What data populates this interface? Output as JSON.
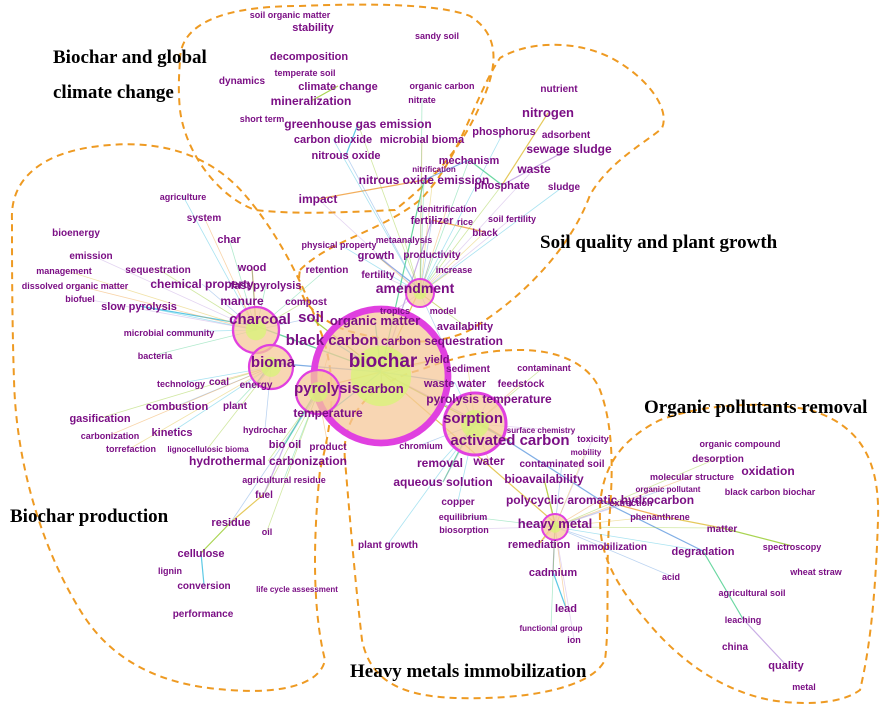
{
  "colors": {
    "keyword": "#7b0f85",
    "boundary": "#ee9a22",
    "ring": "#e040e0",
    "halo": "#f6c89a",
    "core": "#d9f27a",
    "edges": [
      "#9acd32",
      "#40c0e0",
      "#f0a040",
      "#6aa0e0",
      "#50d090",
      "#c0a0e0",
      "#e0c040"
    ]
  },
  "clusters": [
    {
      "id": "climate",
      "title_lines": [
        "Biochar and global",
        "climate change"
      ]
    },
    {
      "id": "soil",
      "title_lines": [
        "Soil quality and plant growth"
      ]
    },
    {
      "id": "production",
      "title_lines": [
        "Biochar production"
      ]
    },
    {
      "id": "organic",
      "title_lines": [
        "Organic pollutants removal"
      ]
    },
    {
      "id": "metals",
      "title_lines": [
        "Heavy metals immobilization"
      ]
    }
  ],
  "hubs": [
    {
      "id": "biochar",
      "label": "biochar",
      "weight": 10
    },
    {
      "id": "sorption",
      "label": "sorption",
      "weight": 5
    },
    {
      "id": "charcoal",
      "label": "charcoal",
      "weight": 4
    },
    {
      "id": "bioma",
      "label": "bioma",
      "weight": 4
    },
    {
      "id": "pyrolysis",
      "label": "pyrolysis",
      "weight": 4
    },
    {
      "id": "amendment",
      "label": "amendment",
      "weight": 3
    },
    {
      "id": "heavy-metal",
      "label": "heavy metal",
      "weight": 3
    }
  ],
  "keywords": [
    {
      "label": "soil organic matter",
      "size": 9
    },
    {
      "label": "stability",
      "size": 11
    },
    {
      "label": "sandy soil",
      "size": 9
    },
    {
      "label": "decomposition",
      "size": 11
    },
    {
      "label": "temperate soil",
      "size": 9
    },
    {
      "label": "dynamics",
      "size": 10
    },
    {
      "label": "climate change",
      "size": 11
    },
    {
      "label": "organic carbon",
      "size": 9
    },
    {
      "label": "nitrate",
      "size": 9
    },
    {
      "label": "mineralization",
      "size": 12
    },
    {
      "label": "short term",
      "size": 9
    },
    {
      "label": "greenhouse gas emission",
      "size": 12
    },
    {
      "label": "carbon dioxide",
      "size": 11
    },
    {
      "label": "microbial bioma",
      "size": 11
    },
    {
      "label": "nitrous oxide",
      "size": 11
    },
    {
      "label": "nitrous oxide emission",
      "size": 12
    },
    {
      "label": "impact",
      "size": 12
    },
    {
      "label": "nutrient",
      "size": 10
    },
    {
      "label": "nitrogen",
      "size": 13
    },
    {
      "label": "phosphorus",
      "size": 11
    },
    {
      "label": "adsorbent",
      "size": 10
    },
    {
      "label": "sewage sludge",
      "size": 12
    },
    {
      "label": "mechanism",
      "size": 11
    },
    {
      "label": "waste",
      "size": 12
    },
    {
      "label": "nitrification",
      "size": 8
    },
    {
      "label": "phosphate",
      "size": 11
    },
    {
      "label": "sludge",
      "size": 10
    },
    {
      "label": "denitrification",
      "size": 9
    },
    {
      "label": "fertilizer",
      "size": 11
    },
    {
      "label": "rice",
      "size": 9
    },
    {
      "label": "soil fertility",
      "size": 9
    },
    {
      "label": "black",
      "size": 10
    },
    {
      "label": "metaanalysis",
      "size": 9
    },
    {
      "label": "physical property",
      "size": 9
    },
    {
      "label": "growth",
      "size": 11
    },
    {
      "label": "productivity",
      "size": 10
    },
    {
      "label": "retention",
      "size": 10
    },
    {
      "label": "fertility",
      "size": 10
    },
    {
      "label": "increase",
      "size": 9
    },
    {
      "label": "amendment",
      "size": 14
    },
    {
      "label": "agriculture",
      "size": 9
    },
    {
      "label": "system",
      "size": 10
    },
    {
      "label": "bioenergy",
      "size": 10
    },
    {
      "label": "char",
      "size": 11
    },
    {
      "label": "emission",
      "size": 10
    },
    {
      "label": "management",
      "size": 9
    },
    {
      "label": "sequestration",
      "size": 10
    },
    {
      "label": "wood",
      "size": 11
    },
    {
      "label": "dissolved organic matter",
      "size": 9
    },
    {
      "label": "chemical property",
      "size": 12
    },
    {
      "label": "fast pyrolysis",
      "size": 11
    },
    {
      "label": "biofuel",
      "size": 9
    },
    {
      "label": "manure",
      "size": 12
    },
    {
      "label": "compost",
      "size": 10
    },
    {
      "label": "slow pyrolysis",
      "size": 11
    },
    {
      "label": "charcoal",
      "size": 15
    },
    {
      "label": "soil",
      "size": 15
    },
    {
      "label": "organic matter",
      "size": 13
    },
    {
      "label": "tropics",
      "size": 9
    },
    {
      "label": "model",
      "size": 9
    },
    {
      "label": "availability",
      "size": 11
    },
    {
      "label": "microbial community",
      "size": 9
    },
    {
      "label": "black carbon",
      "size": 15
    },
    {
      "label": "carbon sequestration",
      "size": 12
    },
    {
      "label": "bacteria",
      "size": 9
    },
    {
      "label": "bioma",
      "size": 15
    },
    {
      "label": "biochar",
      "size": 19
    },
    {
      "label": "yield",
      "size": 11
    },
    {
      "label": "technology",
      "size": 9
    },
    {
      "label": "coal",
      "size": 10
    },
    {
      "label": "energy",
      "size": 10
    },
    {
      "label": "pyrolysis",
      "size": 15
    },
    {
      "label": "carbon",
      "size": 13
    },
    {
      "label": "sediment",
      "size": 10
    },
    {
      "label": "contaminant",
      "size": 9
    },
    {
      "label": "waste water",
      "size": 11
    },
    {
      "label": "feedstock",
      "size": 10
    },
    {
      "label": "combustion",
      "size": 11
    },
    {
      "label": "plant",
      "size": 10
    },
    {
      "label": "pyrolysis temperature",
      "size": 12
    },
    {
      "label": "temperature",
      "size": 12
    },
    {
      "label": "gasification",
      "size": 11
    },
    {
      "label": "kinetics",
      "size": 11
    },
    {
      "label": "carbonization",
      "size": 9
    },
    {
      "label": "hydrochar",
      "size": 9
    },
    {
      "label": "sorption",
      "size": 15
    },
    {
      "label": "surface chemistry",
      "size": 8
    },
    {
      "label": "torrefaction",
      "size": 9
    },
    {
      "label": "lignocellulosic bioma",
      "size": 8
    },
    {
      "label": "bio oil",
      "size": 11
    },
    {
      "label": "product",
      "size": 10
    },
    {
      "label": "chromium",
      "size": 9
    },
    {
      "label": "activated carbon",
      "size": 15
    },
    {
      "label": "toxicity",
      "size": 9
    },
    {
      "label": "mobility",
      "size": 8
    },
    {
      "label": "hydrothermal carbonization",
      "size": 12
    },
    {
      "label": "removal",
      "size": 12
    },
    {
      "label": "water",
      "size": 12
    },
    {
      "label": "contaminated soil",
      "size": 10
    },
    {
      "label": "agricultural residue",
      "size": 9
    },
    {
      "label": "aqueous solution",
      "size": 12
    },
    {
      "label": "bioavailability",
      "size": 12
    },
    {
      "label": "fuel",
      "size": 10
    },
    {
      "label": "copper",
      "size": 10
    },
    {
      "label": "polycyclic aromatic hydrocarbon",
      "size": 12
    },
    {
      "label": "residue",
      "size": 11
    },
    {
      "label": "equilibrium",
      "size": 9
    },
    {
      "label": "biosorption",
      "size": 9
    },
    {
      "label": "heavy metal",
      "size": 13
    },
    {
      "label": "oil",
      "size": 9
    },
    {
      "label": "plant growth",
      "size": 10
    },
    {
      "label": "remediation",
      "size": 11
    },
    {
      "label": "immobilization",
      "size": 10
    },
    {
      "label": "cellulose",
      "size": 11
    },
    {
      "label": "lignin",
      "size": 9
    },
    {
      "label": "cadmium",
      "size": 11
    },
    {
      "label": "conversion",
      "size": 10
    },
    {
      "label": "life cycle assessment",
      "size": 8
    },
    {
      "label": "lead",
      "size": 11
    },
    {
      "label": "performance",
      "size": 10
    },
    {
      "label": "functional group",
      "size": 8
    },
    {
      "label": "ion",
      "size": 9
    },
    {
      "label": "organic compound",
      "size": 9
    },
    {
      "label": "desorption",
      "size": 10
    },
    {
      "label": "oxidation",
      "size": 12
    },
    {
      "label": "molecular structure",
      "size": 9
    },
    {
      "label": "organic pollutant",
      "size": 8
    },
    {
      "label": "black carbon biochar",
      "size": 9
    },
    {
      "label": "extraction",
      "size": 9
    },
    {
      "label": "phenanthrene",
      "size": 9
    },
    {
      "label": "matter",
      "size": 10
    },
    {
      "label": "degradation",
      "size": 11
    },
    {
      "label": "spectroscopy",
      "size": 9
    },
    {
      "label": "acid",
      "size": 9
    },
    {
      "label": "wheat straw",
      "size": 9
    },
    {
      "label": "agricultural soil",
      "size": 9
    },
    {
      "label": "leaching",
      "size": 9
    },
    {
      "label": "china",
      "size": 10
    },
    {
      "label": "quality",
      "size": 11
    },
    {
      "label": "metal",
      "size": 9
    }
  ],
  "links": [
    [
      "biochar",
      "soil"
    ],
    [
      "biochar",
      "black carbon"
    ],
    [
      "biochar",
      "pyrolysis"
    ],
    [
      "biochar",
      "bioma"
    ],
    [
      "biochar",
      "charcoal"
    ],
    [
      "biochar",
      "sorption"
    ],
    [
      "biochar",
      "amendment"
    ],
    [
      "biochar",
      "carbon"
    ],
    [
      "biochar",
      "organic matter"
    ],
    [
      "biochar",
      "yield"
    ],
    [
      "biochar",
      "waste water"
    ],
    [
      "biochar",
      "nitrous oxide emission"
    ],
    [
      "biochar",
      "fertilizer"
    ],
    [
      "biochar",
      "heavy metal"
    ],
    [
      "biochar",
      "activated carbon"
    ],
    [
      "biochar",
      "temperature"
    ],
    [
      "sorption",
      "activated carbon"
    ],
    [
      "sorption",
      "polycyclic aromatic hydrocarbon"
    ],
    [
      "sorption",
      "aqueous solution"
    ],
    [
      "heavy metal",
      "cadmium"
    ],
    [
      "heavy metal",
      "remediation"
    ],
    [
      "heavy metal",
      "bioavailability"
    ],
    [
      "cadmium",
      "lead"
    ],
    [
      "polycyclic aromatic hydrocarbon",
      "phenanthrene"
    ],
    [
      "polycyclic aromatic hydrocarbon",
      "degradation"
    ],
    [
      "degradation",
      "leaching"
    ],
    [
      "leaching",
      "quality"
    ],
    [
      "phenanthrene",
      "matter"
    ],
    [
      "matter",
      "spectroscopy"
    ],
    [
      "charcoal",
      "slow pyrolysis"
    ],
    [
      "charcoal",
      "wood"
    ],
    [
      "bioma",
      "energy"
    ],
    [
      "pyrolysis",
      "bio oil"
    ],
    [
      "bio oil",
      "fuel"
    ],
    [
      "fuel",
      "residue"
    ],
    [
      "residue",
      "cellulose"
    ],
    [
      "cellulose",
      "conversion"
    ],
    [
      "nitrous oxide emission",
      "impact"
    ],
    [
      "nitrous oxide emission",
      "mechanism"
    ],
    [
      "mechanism",
      "phosphate"
    ],
    [
      "phosphate",
      "sewage sludge"
    ],
    [
      "phosphate",
      "nitrogen"
    ],
    [
      "mineralization",
      "climate change"
    ],
    [
      "greenhouse gas emission",
      "nitrous oxide"
    ],
    [
      "fertilizer",
      "black"
    ],
    [
      "amendment",
      "growth"
    ]
  ]
}
